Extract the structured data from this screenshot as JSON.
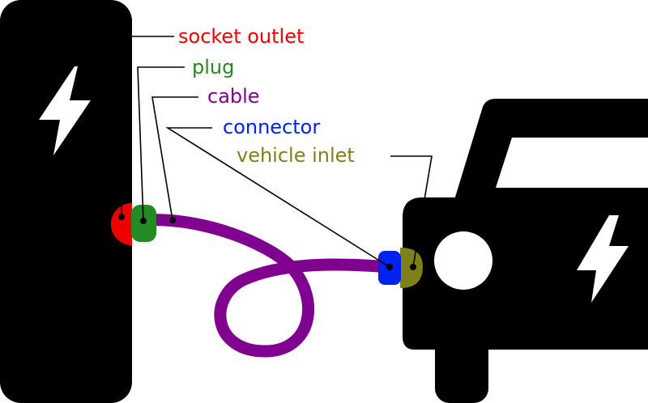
{
  "labels": {
    "socket_outlet": "socket outlet",
    "plug": "plug",
    "cable": "cable",
    "connector": "connector",
    "vehicle_inlet": "vehicle inlet"
  },
  "colors": {
    "socket_outlet": "#ee0000",
    "plug": "#228b22",
    "cable": "#800090",
    "connector": "#0022ee",
    "vehicle_inlet": "#808018",
    "silhouette": "#000000",
    "leader": "#000000"
  },
  "icons": {
    "station_bolt": "lightning-bolt",
    "car_bolt": "lightning-bolt"
  }
}
